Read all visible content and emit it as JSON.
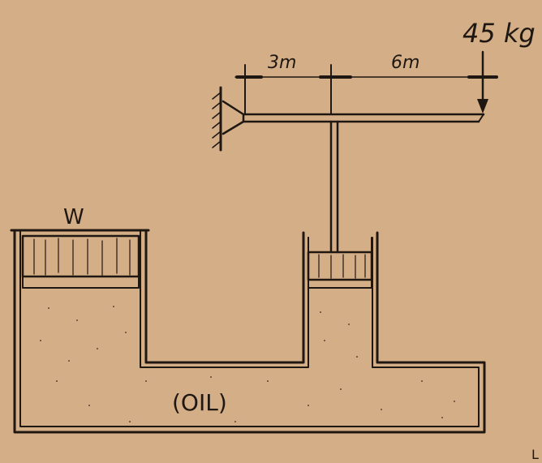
{
  "diagram": {
    "labels": {
      "load": "45 kg",
      "dim_left": "3m",
      "dim_right": "6m",
      "weight": "W",
      "fluid": "(OIL)",
      "corner_mark": "L"
    },
    "colors": {
      "paper": "#d4ae86",
      "ink": "#1f1712"
    }
  }
}
